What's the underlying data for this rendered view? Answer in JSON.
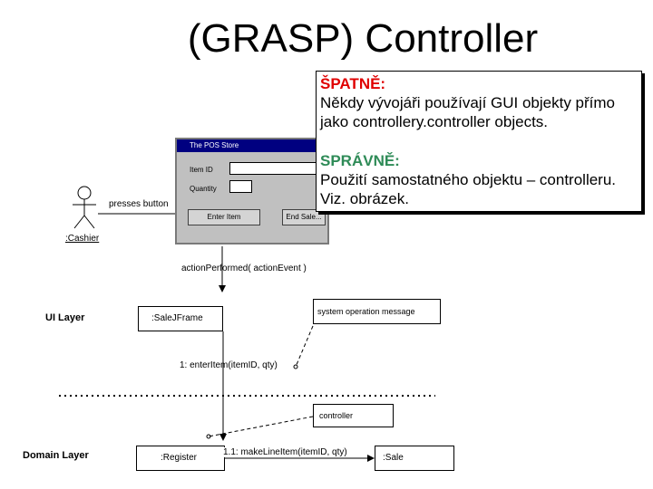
{
  "title": "(GRASP) Controller",
  "callout": {
    "bad_heading": "ŠPATNĚ:",
    "bad_text": "Někdy vývojáři používají GUI objekty přímo jako controllery.controller objects.",
    "good_heading": "SPRÁVNĚ:",
    "good_text": "Použití samostatného objektu – controlleru. Viz. obrázek."
  },
  "dialog": {
    "window_title": "The POS Store",
    "item_id_label": "Item ID",
    "quantity_label": "Quantity",
    "enter_item_button": "Enter Item",
    "end_sale_button": "End Sale..."
  },
  "diagram": {
    "cashier_label": ":Cashier",
    "presses_button_label": "presses button",
    "action_performed_label": "actionPerformed( actionEvent )",
    "ui_layer_label": "UI Layer",
    "sale_frame_label": ":SaleJFrame",
    "system_operation_note": "system operation message",
    "enter_item_message": "1: enterItem(itemID, qty)",
    "controller_note": "controller",
    "domain_layer_label": "Domain Layer",
    "register_label": ":Register",
    "make_line_item_message": "1.1: makeLineItem(itemID, qty)",
    "sale_label": ":Sale"
  }
}
